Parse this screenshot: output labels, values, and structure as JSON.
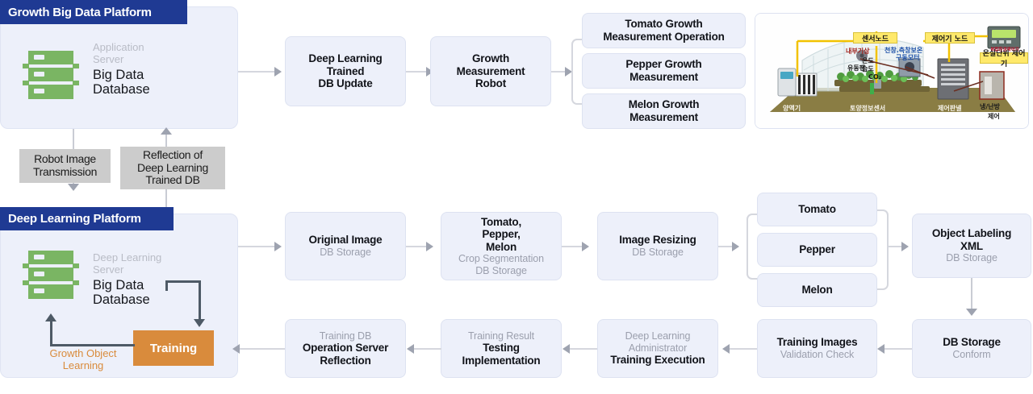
{
  "platforms": [
    {
      "id": "growth",
      "title": "Growth Big Data Platform",
      "server_sub": "Application\nServer",
      "server_sub_l1": "Application",
      "server_sub_l2": "Server",
      "server_main_l1": "Big Data",
      "server_main_l2": "Database"
    },
    {
      "id": "deep",
      "title": "Deep Learning Platform",
      "server_sub_l1": "Deep Learning",
      "server_sub_l2": "Server",
      "server_main_l1": "Big Data",
      "server_main_l2": "Database",
      "training_label": "Training",
      "growth_object_l1": "Growth Object",
      "growth_object_l2": "Learning"
    }
  ],
  "notes": [
    {
      "l1": "Robot Image",
      "l2": "Transmission"
    },
    {
      "l1": "Reflection of",
      "l2": "Deep Learning",
      "l3": "Trained DB"
    }
  ],
  "growth_row": [
    {
      "strong_l1": "Deep Learning",
      "strong_l2": "Trained",
      "strong_l3": "DB Update"
    },
    {
      "strong_l1": "Growth",
      "strong_l2": "Measurement",
      "strong_l3": "Robot"
    }
  ],
  "measurement_branch": [
    {
      "strong_l1": "Tomato Growth",
      "strong_l2": "Measurement Operation"
    },
    {
      "strong_l1": "Pepper Growth",
      "strong_l2": "Measurement"
    },
    {
      "strong_l1": "Melon Growth",
      "strong_l2": "Measurement"
    }
  ],
  "deep_row_mid": [
    {
      "strong_l1": "Original Image",
      "sub_l1": "DB Storage"
    },
    {
      "strong_l1": "Tomato,",
      "strong_l2": "Pepper,",
      "strong_l3": "Melon",
      "sub_l1": "Crop Segmentation",
      "sub_l2": "DB Storage"
    },
    {
      "strong_l1": "Image Resizing",
      "sub_l1": "DB Storage"
    }
  ],
  "crop_branch": [
    {
      "strong_l1": "Tomato"
    },
    {
      "strong_l1": "Pepper"
    },
    {
      "strong_l1": "Melon"
    }
  ],
  "labeling_box": {
    "strong_l1": "Object Labeling",
    "strong_l2": "XML",
    "sub_l1": "DB Storage"
  },
  "deep_row_bottom": [
    {
      "sub_l1": "Training DB",
      "strong_l1": "Operation Server",
      "strong_l2": "Reflection"
    },
    {
      "sub_l1": "Training Result",
      "strong_l1": "Testing",
      "strong_l2": "Implementation"
    },
    {
      "sub_l1": "Deep Learning",
      "sub_l2": "Administrator",
      "strong_l1": "Training Execution"
    },
    {
      "strong_l1": "Training Images",
      "sub_l1": "Validation Check"
    },
    {
      "strong_l1": "DB Storage",
      "sub_l1": "Conform"
    }
  ],
  "greenhouse": {
    "alt": "greenhouse smart farm control diagram",
    "labels": {
      "sensor_node": "센서노드",
      "controller_node": "제어기 노드",
      "greenhouse_unit_controller": "온실단위 제어기",
      "device_caption": "복합환경제어기",
      "internal_weather": "내부기상",
      "temperature": "온도",
      "humidity": "습도",
      "co2": "CO₂",
      "ceiling_motor_l1": "천창.측창보온",
      "ceiling_motor_l2": "구동모터",
      "circulation_fan": "유동팬",
      "nutrient_machine": "양액기",
      "soil_sensor": "토양정보센서",
      "control_panel": "제어판넬",
      "hvac_l1": "냉/난방",
      "hvac_l2": "제어"
    }
  },
  "colors": {
    "header_navy": "#1f3a93",
    "panel_bg": "#edf0fa",
    "box_bg": "#edf0fa",
    "server_green": "#7ab563",
    "training_orange": "#d98b3c",
    "note_gray": "#cccccc",
    "connector_gray": "#d5d7de",
    "dark_arrow": "#4e5a66",
    "sub_text": "#9b9fad"
  }
}
